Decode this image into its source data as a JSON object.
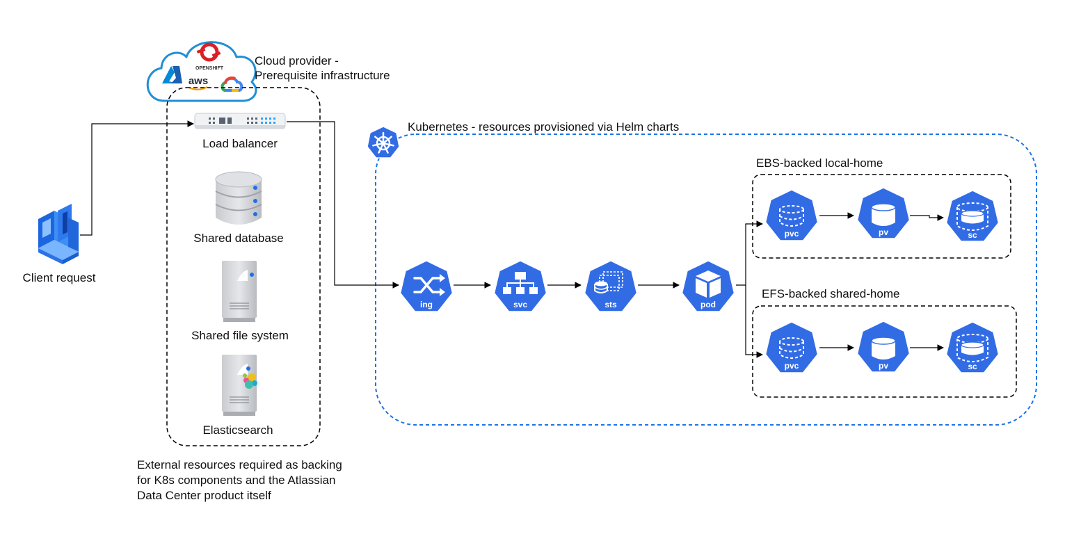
{
  "cloud": {
    "title_line1": "Cloud provider -",
    "title_line2": "Prerequisite infrastructure",
    "logos": [
      "azure-logo",
      "openshift-logo",
      "aws-logo",
      "google-cloud-logo"
    ],
    "openshift_text": "OPENSHIFT",
    "aws_text": "aws"
  },
  "client": {
    "label": "Client request",
    "icon": "client-icon"
  },
  "infra": {
    "load_balancer": "Load balancer",
    "shared_database": "Shared database",
    "shared_file_system": "Shared file system",
    "elasticsearch": "Elasticsearch"
  },
  "external_note": {
    "line1": "External resources required as backing",
    "line2": "for K8s components and the Atlassian",
    "line3": "Data Center product itself"
  },
  "kubernetes": {
    "title": "Kubernetes - resources provisioned via Helm charts",
    "border_color": "#1a73e8",
    "node_color": "#326ce5",
    "nodes": {
      "ing": "ing",
      "svc": "svc",
      "sts": "sts",
      "pod": "pod"
    },
    "ebs": {
      "title": "EBS-backed local-home",
      "pvc": "pvc",
      "pv": "pv",
      "sc": "sc"
    },
    "efs": {
      "title": "EFS-backed shared-home",
      "pvc": "pvc",
      "pv": "pv",
      "sc": "sc"
    }
  }
}
